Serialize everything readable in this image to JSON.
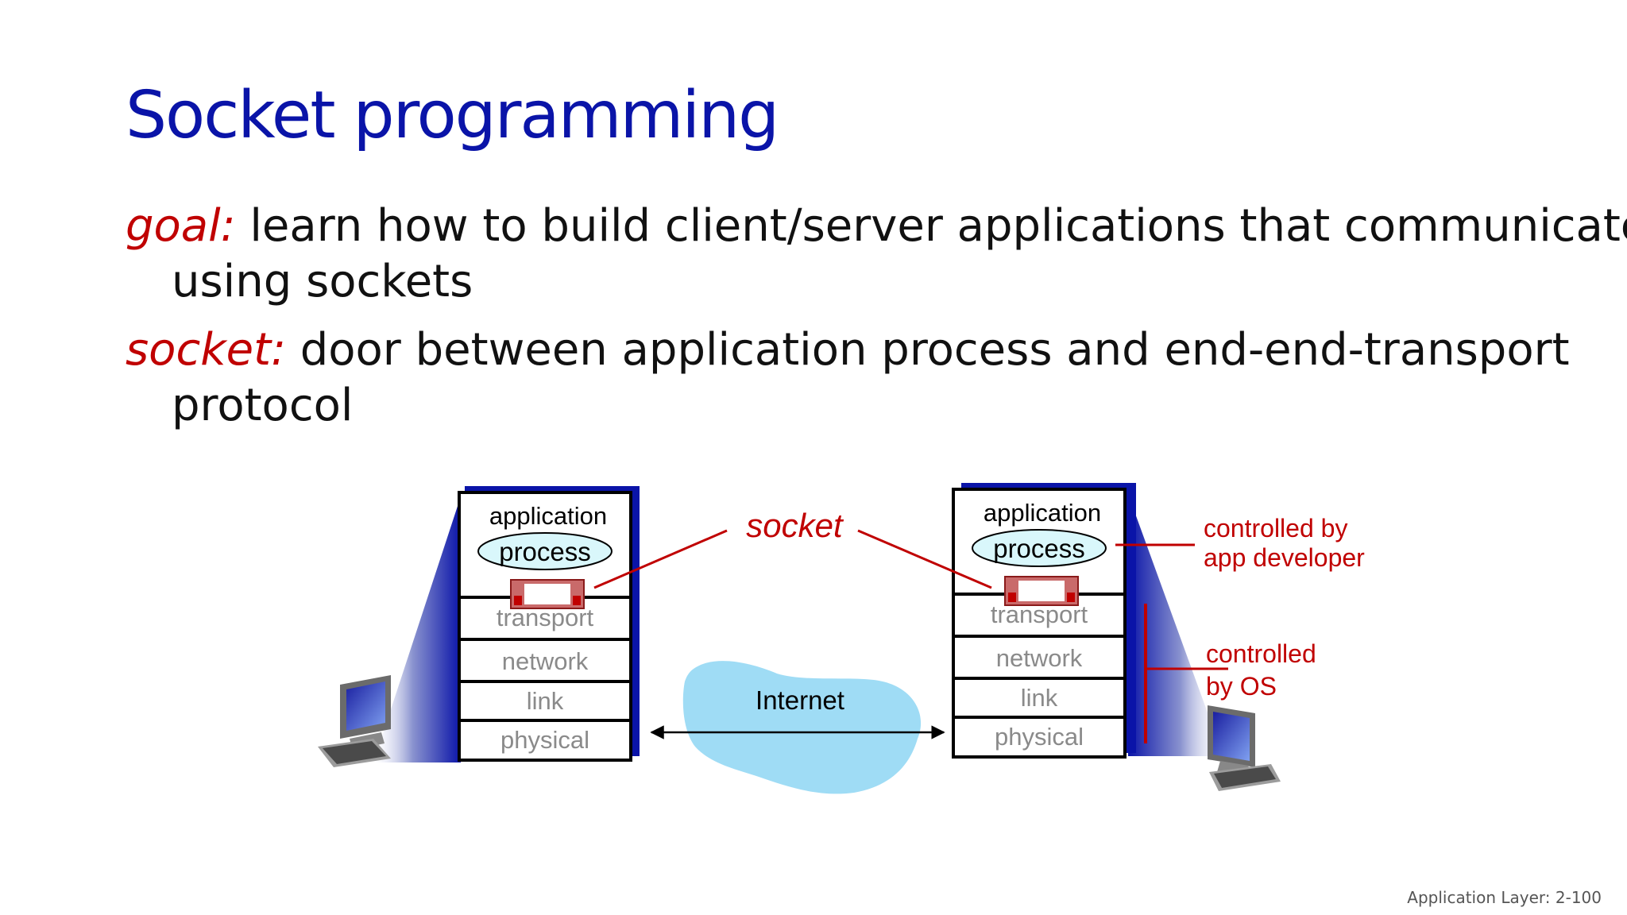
{
  "slide": {
    "title": "Socket programming",
    "goal_term": "goal:",
    "goal_text": " learn how to build client/server applications that communicate using sockets",
    "socket_term": "socket:",
    "socket_text": " door between application process and end-end-transport protocol",
    "footer": "Application Layer: 2-100"
  },
  "diagram": {
    "left_stack": {
      "application": "application",
      "process": "process",
      "layers": [
        "transport",
        "network",
        "link",
        "physical"
      ]
    },
    "right_stack": {
      "application": "application",
      "process": "process",
      "layers": [
        "transport",
        "network",
        "link",
        "physical"
      ]
    },
    "socket_label": "socket",
    "internet_label": "Internet",
    "app_developer_label": [
      "controlled by",
      "app developer"
    ],
    "os_label": [
      "controlled",
      "by OS"
    ],
    "colors": {
      "title": "#0a14a8",
      "accent_red": "#c00000",
      "stack_shadow": "#0a14a8",
      "cloud": "#9fdcf5",
      "process_oval": "#d9f7fb"
    }
  }
}
